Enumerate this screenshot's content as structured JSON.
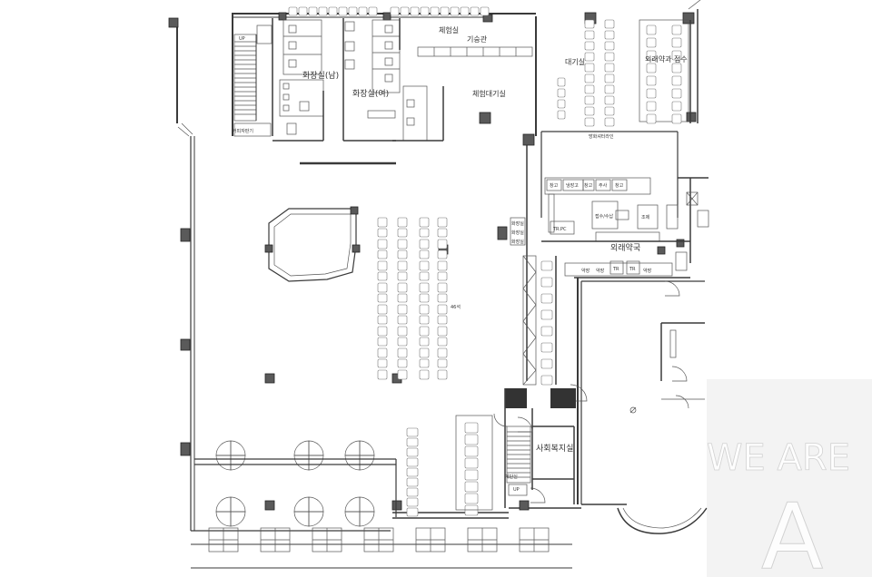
{
  "rooms": {
    "up_left": "UP",
    "coffee": "커피자판기",
    "toilet_men": "화장실(남)",
    "toilet_women": "화장실(여)",
    "experience_room": "체험실",
    "equipment_room": "기숭관",
    "experience_waiting": "체험대기실",
    "waiting_room": "대기실",
    "top_right_room": "외래약과 접수",
    "corridor_top": "방화셔터라인",
    "store1": "창고",
    "store2": "냉장고",
    "store3": "창고",
    "store4": "주사",
    "store5": "창고",
    "tr_pc": "TR.PC",
    "reception": "접수/수납",
    "pharmacy_small": "조제",
    "pharmacy": "외래약국",
    "tr1": "TR",
    "tr2": "TR",
    "seat_count": "46석",
    "social_welfare": "사회복지실",
    "stairs": "계단실",
    "up_bottom": "UP",
    "side_labels": [
      "화장실",
      "화장실",
      "화장실"
    ],
    "mini_labels": [
      "약장",
      "약장",
      "약장"
    ]
  },
  "watermark": {
    "line1": "WE ARE",
    "line2": "A"
  }
}
